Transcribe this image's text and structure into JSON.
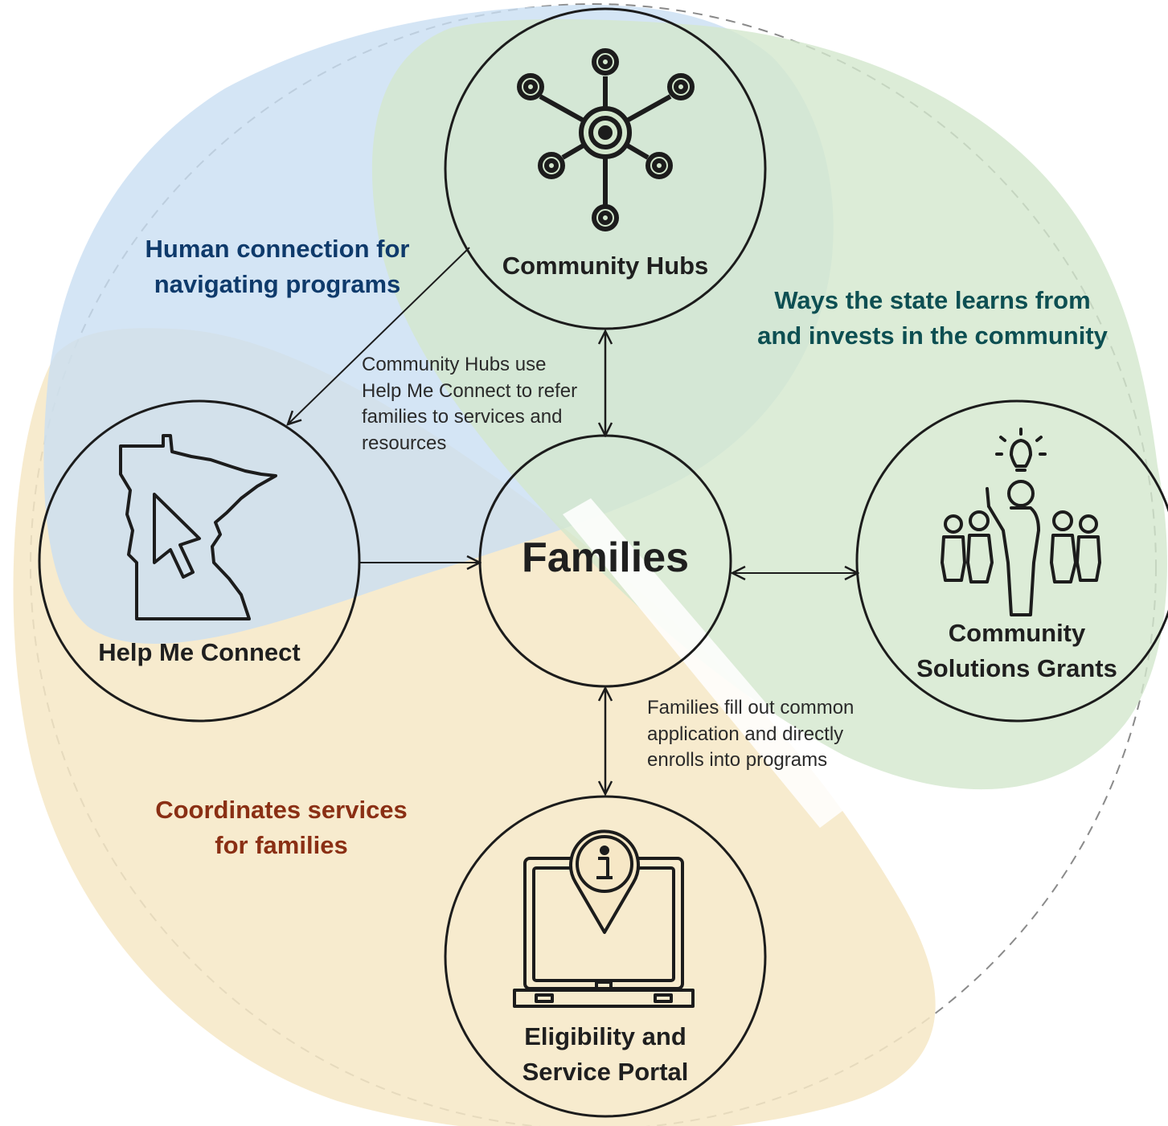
{
  "nodes": {
    "families": "Families",
    "community_hubs": "Community Hubs",
    "help_me_connect": "Help Me Connect",
    "community_solutions_grants": "Community\nSolutions Grants",
    "eligibility_portal": "Eligibility and\nService Portal"
  },
  "regions": {
    "human_connection": {
      "label": "Human connection for\nnavigating programs",
      "color": "#0e3a6b"
    },
    "state_learns": {
      "label": "Ways the state learns from\nand invests in the community",
      "color": "#0d4f52"
    },
    "coordinates": {
      "label": "Coordinates services\nfor families",
      "color": "#8a2f14"
    }
  },
  "notes": {
    "hubs_refer": "Community Hubs use\nHelp Me Connect to refer\nfamilies to services and\nresources",
    "families_fill": "Families fill out common\napplication and directly\nenrolls into programs"
  },
  "colors": {
    "blue_region": "#c9def2",
    "green_region": "#d3e7cd",
    "tan_region": "#f6e7c6",
    "outline": "#1c1c1c",
    "dashed_circle": "#8a8a8a"
  },
  "icons": {
    "community_hubs": "network-hub-icon",
    "help_me_connect": "minnesota-cursor-icon",
    "community_solutions_grants": "people-idea-icon",
    "eligibility_portal": "laptop-info-pin-icon"
  }
}
